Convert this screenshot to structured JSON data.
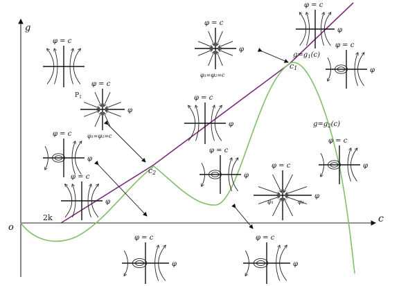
{
  "labels": {
    "g_axis": "g",
    "c_axis": "c",
    "origin": "o",
    "two_k": "2k",
    "c1": "c",
    "c1_sub": "1",
    "c2": "c",
    "c2_sub": "2",
    "g_eq_g1": "g=g",
    "g1_sub": "1",
    "g1_arg": "(c)",
    "g_eq_g2": "g=g",
    "g2_sub": "2",
    "g2_arg": "(c)",
    "p1": "P",
    "p1_sub": "1"
  },
  "portraits": [
    {
      "id": "top-left",
      "top": "φ = c",
      "right": ""
    },
    {
      "id": "top-center",
      "top": "φ = c",
      "right": "φ",
      "bottom": "φ₁=φ₂=c"
    },
    {
      "id": "top-right",
      "top": "φ = c",
      "right": "φ"
    },
    {
      "id": "right-upper",
      "top": "φ = c",
      "right": "φ"
    },
    {
      "id": "left-star",
      "top": "φ = c",
      "right": "φ",
      "bottom": "φ₁=φ₂=c"
    },
    {
      "id": "center-upper",
      "top": "φ = c",
      "right": "φ"
    },
    {
      "id": "left-cusp",
      "top": "φ = c",
      "right": "φ"
    },
    {
      "id": "center-mid",
      "top": "φ = c",
      "right": "φ"
    },
    {
      "id": "right-mid",
      "top": "φ = c",
      "right": "φ"
    },
    {
      "id": "left-lower",
      "top": "φ = c",
      "right": "φ"
    },
    {
      "id": "center-star",
      "top": "φ = c",
      "right": "φ",
      "star_left": "φ₁",
      "star_right": "φ₂"
    },
    {
      "id": "bottom-left",
      "top": "φ = c",
      "right": "φ"
    },
    {
      "id": "bottom-right",
      "top": "φ = c",
      "right": "φ"
    }
  ],
  "colors": {
    "line_curve": "#7a2a7a",
    "g2_curve": "#7fbf6a"
  }
}
